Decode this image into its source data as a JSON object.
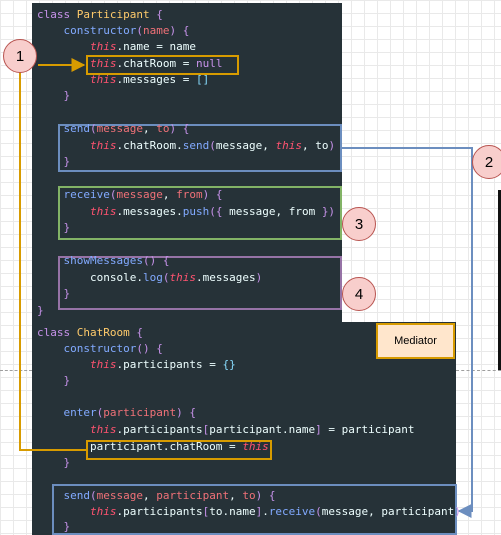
{
  "participant_class": {
    "lines": [
      [
        [
          "kw",
          "class "
        ],
        [
          "cls",
          "Participant "
        ],
        [
          "punc",
          "{"
        ]
      ],
      [
        [
          "fn",
          "    constructor"
        ],
        [
          "punc",
          "("
        ],
        [
          "param",
          "name"
        ],
        [
          "punc",
          ") {"
        ]
      ],
      [
        [
          "this",
          "        this"
        ],
        [
          "plain",
          ".name = name"
        ]
      ],
      [
        [
          "this",
          "        this"
        ],
        [
          "plain",
          ".chatRoom = "
        ],
        [
          "kw",
          "null"
        ]
      ],
      [
        [
          "this",
          "        this"
        ],
        [
          "plain",
          ".messages = "
        ],
        [
          "str",
          "[]"
        ]
      ],
      [
        [
          "punc",
          "    }"
        ]
      ],
      [
        [
          "plain",
          ""
        ]
      ],
      [
        [
          "fn",
          "    send"
        ],
        [
          "punc",
          "("
        ],
        [
          "param",
          "message"
        ],
        [
          "plain",
          ", "
        ],
        [
          "param",
          "to"
        ],
        [
          "punc",
          ") {"
        ]
      ],
      [
        [
          "this",
          "        this"
        ],
        [
          "plain",
          ".chatRoom."
        ],
        [
          "fn",
          "send"
        ],
        [
          "punc",
          "("
        ],
        [
          "plain",
          "message, "
        ],
        [
          "this",
          "this"
        ],
        [
          "plain",
          ", to"
        ],
        [
          "punc",
          ")"
        ]
      ],
      [
        [
          "punc",
          "    }"
        ]
      ],
      [
        [
          "plain",
          ""
        ]
      ],
      [
        [
          "fn",
          "    receive"
        ],
        [
          "punc",
          "("
        ],
        [
          "param",
          "message"
        ],
        [
          "plain",
          ", "
        ],
        [
          "param",
          "from"
        ],
        [
          "punc",
          ") {"
        ]
      ],
      [
        [
          "this",
          "        this"
        ],
        [
          "plain",
          ".messages."
        ],
        [
          "fn",
          "push"
        ],
        [
          "punc",
          "({ "
        ],
        [
          "plain",
          "message, from "
        ],
        [
          "punc",
          "})"
        ]
      ],
      [
        [
          "punc",
          "    }"
        ]
      ],
      [
        [
          "plain",
          ""
        ]
      ],
      [
        [
          "fn",
          "    showMessages"
        ],
        [
          "punc",
          "() {"
        ]
      ],
      [
        [
          "plain",
          "        console."
        ],
        [
          "fn",
          "log"
        ],
        [
          "punc",
          "("
        ],
        [
          "this",
          "this"
        ],
        [
          "plain",
          ".messages"
        ],
        [
          "punc",
          ")"
        ]
      ],
      [
        [
          "punc",
          "    }"
        ]
      ],
      [
        [
          "punc",
          "}"
        ]
      ]
    ]
  },
  "chatroom_class": {
    "lines": [
      [
        [
          "kw",
          "class "
        ],
        [
          "cls",
          "ChatRoom "
        ],
        [
          "punc",
          "{"
        ]
      ],
      [
        [
          "fn",
          "    constructor"
        ],
        [
          "punc",
          "() {"
        ]
      ],
      [
        [
          "this",
          "        this"
        ],
        [
          "plain",
          ".participants = "
        ],
        [
          "str",
          "{}"
        ]
      ],
      [
        [
          "punc",
          "    }"
        ]
      ],
      [
        [
          "plain",
          ""
        ]
      ],
      [
        [
          "fn",
          "    enter"
        ],
        [
          "punc",
          "("
        ],
        [
          "param",
          "participant"
        ],
        [
          "punc",
          ") {"
        ]
      ],
      [
        [
          "this",
          "        this"
        ],
        [
          "plain",
          ".participants"
        ],
        [
          "punc",
          "["
        ],
        [
          "plain",
          "participant.name"
        ],
        [
          "punc",
          "]"
        ],
        [
          "plain",
          " = participant"
        ]
      ],
      [
        [
          "plain",
          "        participant.chatRoom = "
        ],
        [
          "this",
          "this"
        ]
      ],
      [
        [
          "punc",
          "    }"
        ]
      ],
      [
        [
          "plain",
          ""
        ]
      ],
      [
        [
          "fn",
          "    send"
        ],
        [
          "punc",
          "("
        ],
        [
          "param",
          "message"
        ],
        [
          "plain",
          ", "
        ],
        [
          "param",
          "participant"
        ],
        [
          "plain",
          ", "
        ],
        [
          "param",
          "to"
        ],
        [
          "punc",
          ") {"
        ]
      ],
      [
        [
          "this",
          "        this"
        ],
        [
          "plain",
          ".participants"
        ],
        [
          "punc",
          "["
        ],
        [
          "plain",
          "to.name"
        ],
        [
          "punc",
          "]"
        ],
        [
          "plain",
          "."
        ],
        [
          "fn",
          "receive"
        ],
        [
          "punc",
          "("
        ],
        [
          "plain",
          "message, participant"
        ],
        [
          "punc",
          ")"
        ]
      ],
      [
        [
          "punc",
          "    }"
        ]
      ]
    ]
  },
  "mediator_label": "Mediator",
  "badges": [
    "1",
    "2",
    "3",
    "4"
  ],
  "colors": {
    "panel_bg": "#263238",
    "orange": "#d79b00",
    "blue": "#6c8ebf",
    "green": "#82b366",
    "purple": "#9673a6",
    "badge_fill": "#f8cecc",
    "mediator_fill": "#ffe6cc"
  }
}
